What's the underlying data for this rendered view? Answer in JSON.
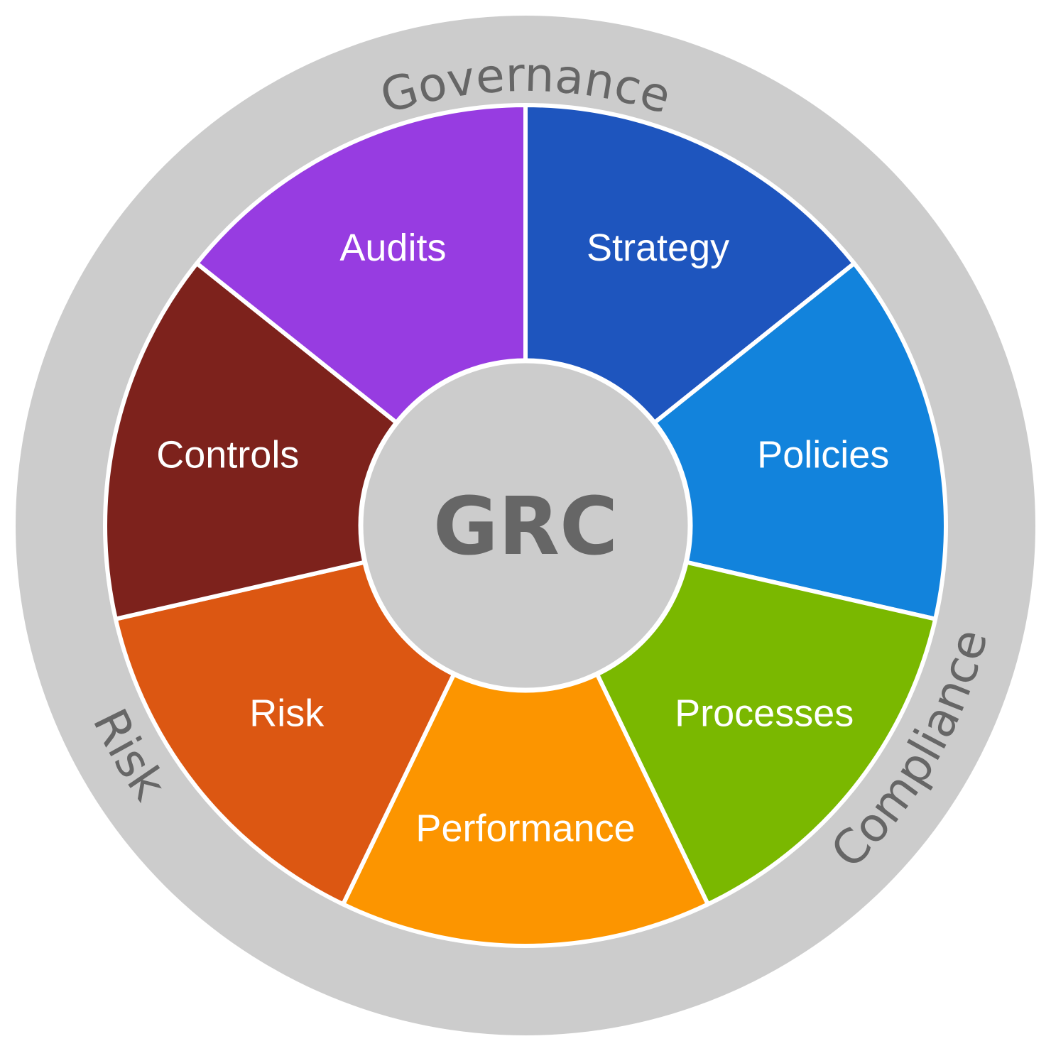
{
  "center": {
    "label": "GRC",
    "color": "#cccccc"
  },
  "outer_ring": {
    "color": "#cccccc",
    "text_color": "#666666",
    "labels": {
      "governance": "Governance",
      "compliance": "Compliance",
      "risk": "Risk"
    }
  },
  "segments": [
    {
      "label": "Strategy",
      "color": "#1e55be"
    },
    {
      "label": "Policies",
      "color": "#1283dc"
    },
    {
      "label": "Processes",
      "color": "#7ab800"
    },
    {
      "label": "Performance",
      "color": "#fc9500"
    },
    {
      "label": "Risk",
      "color": "#dc5712"
    },
    {
      "label": "Controls",
      "color": "#7d221c"
    },
    {
      "label": "Audits",
      "color": "#973ce1"
    }
  ]
}
